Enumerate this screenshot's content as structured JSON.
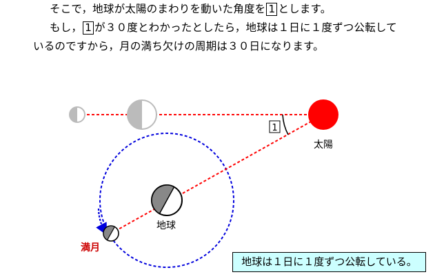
{
  "text": {
    "line1_a": "そこで，地球が太陽のまわりを動いた角度を",
    "box_label": "1",
    "line1_b": "とします。",
    "line2_a": "もし，",
    "line2_b": "が３０度とわかったとしたら，地球は１日に１度ずつ公転して",
    "line3": "いるのですから，月の満ち欠けの周期は３０日になります。"
  },
  "diagram": {
    "angle_label": "1",
    "sun_label": "太陽",
    "earth_label": "地球",
    "full_moon_label": "満月",
    "caption": "地球は１日に１度ずつ公転している。",
    "colors": {
      "sun": "#ff0000",
      "sight_line": "#ff0000",
      "orbit": "#0000dd",
      "earth_dark": "#888888",
      "faded": "#bbbbbb",
      "full_moon_label": "#cc0000",
      "caption_bg": "#ccffff"
    }
  }
}
